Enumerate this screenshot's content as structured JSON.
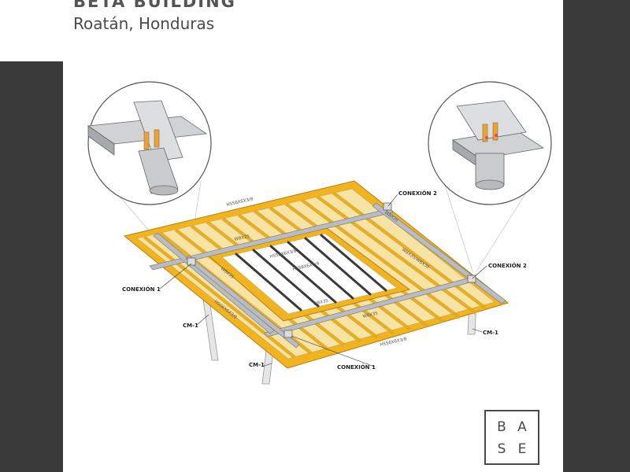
{
  "header": {
    "title": "BETA BUILDING",
    "subtitle": "Roatán, Honduras"
  },
  "diagram": {
    "callouts": {
      "conexion2_top": "CONEXIÓN 2",
      "conexion2_right": "CONEXIÓN 2",
      "conexion1_left": "CONEXIÓN 1",
      "conexion1_bottom": "CONEXIÓN 1",
      "cm1_left_upper": "CM-1",
      "cm1_right": "CM-1",
      "cm1_bottom": "CM-1"
    },
    "member_labels": {
      "hss_top": "HSS6X6X3/8",
      "w8_top_right": "W8X35",
      "w8_center": "W8X25",
      "hss_inner": "HSS8X6X3/8",
      "hss_inner2": "HSS8X6X1/4",
      "w8_right_diag": "W8X35/W8X35",
      "w8_left": "W8X35",
      "hss_left": "HSS6X6X3/8",
      "w8_inner_bottom": "W8X35",
      "w8_bottom": "W8X35",
      "hss_bottom": "HSS6X6X3/8"
    },
    "colors": {
      "frame": "#f2b320",
      "joist": "#f7e3a3",
      "steel": "#b9bcc0",
      "column": "#e6e6e6",
      "connector": "#e8a33a"
    }
  },
  "logo": {
    "letters": [
      "B",
      "A",
      "S",
      "E"
    ]
  }
}
